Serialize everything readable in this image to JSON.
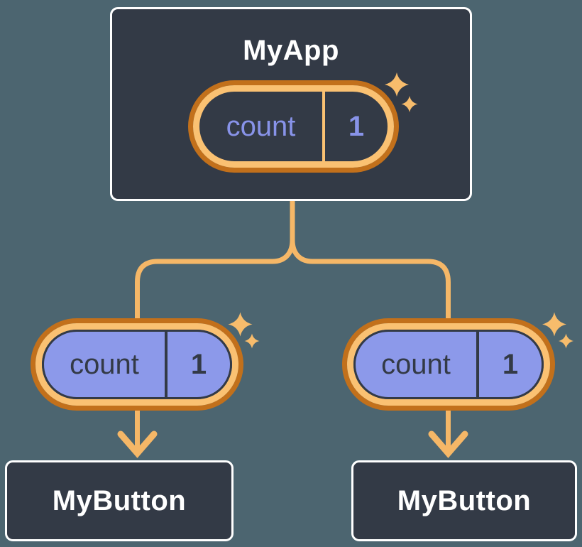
{
  "diagram": {
    "root": {
      "title": "MyApp",
      "pill": {
        "name": "count",
        "value": "1"
      }
    },
    "children": [
      {
        "pill": {
          "name": "count",
          "value": "1"
        },
        "label": "MyButton"
      },
      {
        "pill": {
          "name": "count",
          "value": "1"
        },
        "label": "MyButton"
      }
    ]
  },
  "icons": {
    "sparkle": "four-point-star-icon",
    "arrow": "arrow-down-icon"
  },
  "colors": {
    "background": "#4C6570",
    "node_fill": "#333A46",
    "node_border": "#FFFFFF",
    "title_text": "#FFFFFF",
    "pill_fill_purple": "#8C99EA",
    "pill_text_on_purple": "#333A46",
    "pill_text_on_dark": "#8893E9",
    "ring_outer_orange": "#C2701B",
    "ring_inner_orange": "#FAC172",
    "connector_orange": "#F5B767",
    "sparkle_orange": "#F7BC6C"
  }
}
